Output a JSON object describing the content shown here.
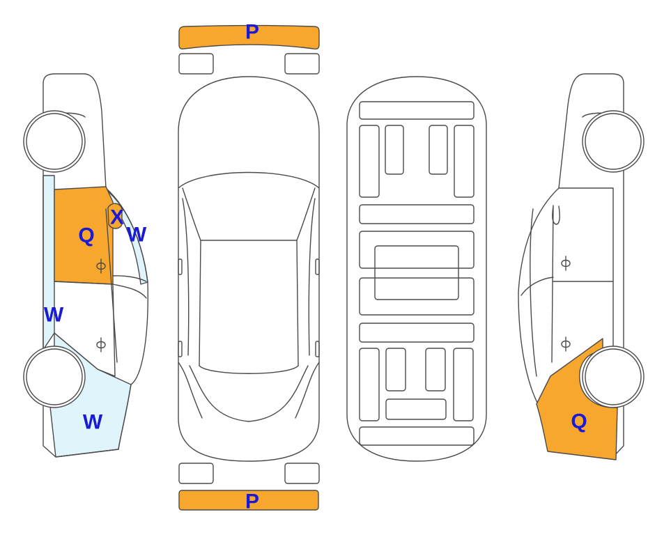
{
  "colors": {
    "orange": "#f7a72e",
    "light_blue": "#dff5fb",
    "label_blue": "#1a1ad6",
    "outline": "#4a4a4a"
  },
  "labels": {
    "front_bumper": "P",
    "rear_bumper": "P",
    "left_front_door": "Q",
    "left_mirror": "X",
    "left_a_pillar": "W",
    "left_rocker": "W",
    "left_front_fender": "W",
    "right_front_fender": "Q"
  }
}
